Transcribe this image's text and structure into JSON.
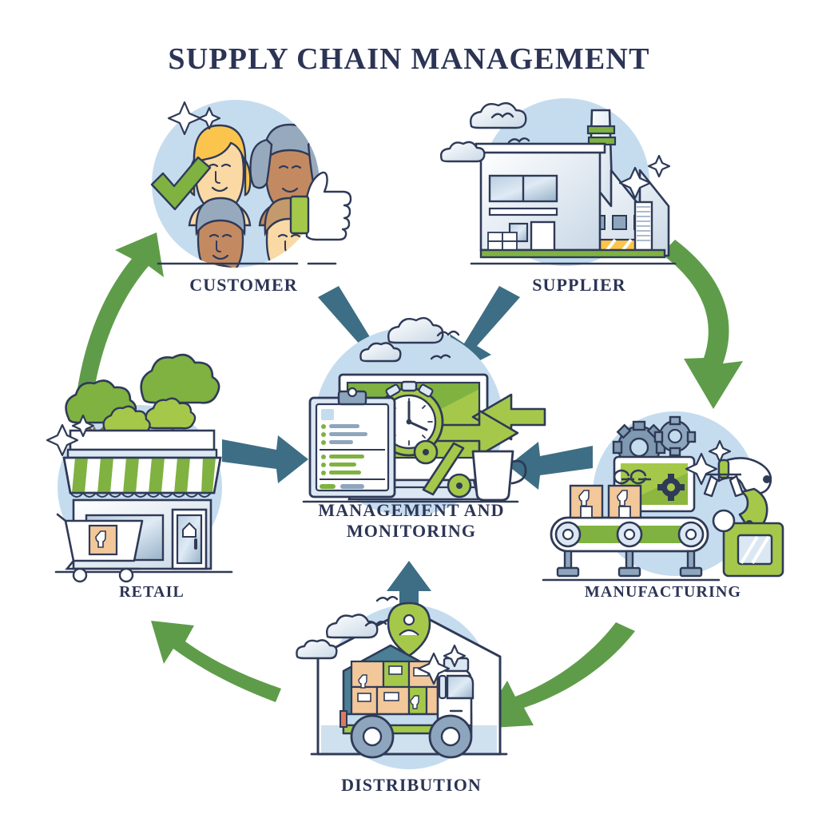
{
  "title": "SUPPLY CHAIN MANAGEMENT",
  "colors": {
    "navy": "#2c3455",
    "outline": "#2f3a57",
    "circle_bg": "#c5dcef",
    "green_arrow": "#5f9c4a",
    "blue_arrow": "#3d6e85",
    "light_green": "#a5c84a",
    "mid_green": "#7fb241",
    "panel_blue": "#dbe7f3",
    "grey_blue": "#8ea6bd",
    "cardboard": "#f2c79a",
    "skin_light": "#fbd9a5",
    "skin_dark": "#c38a62",
    "hair_blonde": "#fbc54d",
    "hair_grey": "#97a9bd"
  },
  "nodes": [
    {
      "id": "customer",
      "label": "CUSTOMER",
      "icon": "people-group-icon"
    },
    {
      "id": "supplier",
      "label": "SUPPLIER",
      "icon": "factory-icon"
    },
    {
      "id": "manufacturing",
      "label": "MANUFACTURING",
      "icon": "conveyor-robot-icon"
    },
    {
      "id": "distribution",
      "label": "DISTRIBUTION",
      "icon": "warehouse-truck-icon"
    },
    {
      "id": "retail",
      "label": "RETAIL",
      "icon": "storefront-icon"
    },
    {
      "id": "center",
      "label": "MANAGEMENT AND\nMONITORING",
      "icon": "monitor-clipboard-icon"
    }
  ],
  "flow_arrows": [
    {
      "name": "arrow-supplier-to-manufacturing",
      "color": "green",
      "from": "supplier",
      "to": "manufacturing"
    },
    {
      "name": "arrow-manufacturing-to-distribution",
      "color": "green",
      "from": "manufacturing",
      "to": "distribution"
    },
    {
      "name": "arrow-distribution-to-retail",
      "color": "green",
      "from": "distribution",
      "to": "retail"
    },
    {
      "name": "arrow-retail-to-customer",
      "color": "green",
      "from": "retail",
      "to": "customer"
    }
  ],
  "center_arrows": [
    {
      "name": "arrow-customer-to-center",
      "color": "blue",
      "from": "customer",
      "to": "center"
    },
    {
      "name": "arrow-supplier-to-center",
      "color": "blue",
      "from": "supplier",
      "to": "center"
    },
    {
      "name": "arrow-retail-to-center",
      "color": "blue",
      "from": "retail",
      "to": "center"
    },
    {
      "name": "arrow-manufacturing-to-center",
      "color": "blue",
      "from": "manufacturing",
      "to": "center"
    },
    {
      "name": "arrow-distribution-to-center",
      "color": "blue",
      "from": "distribution",
      "to": "center"
    }
  ]
}
